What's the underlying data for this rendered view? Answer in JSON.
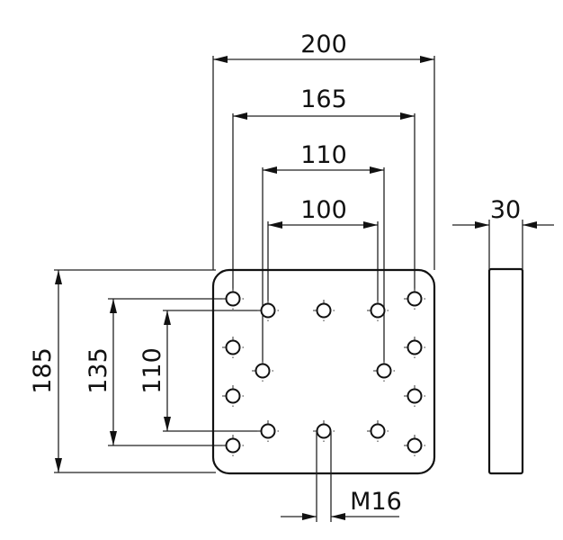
{
  "dimensions": {
    "overall_width": "200",
    "outer_hole_spacing": "165",
    "hole_spacing_110_horizontal": "110",
    "hole_spacing_100": "100",
    "thickness": "30",
    "overall_height": "185",
    "vertical_spacing_135": "135",
    "vertical_spacing_110": "110",
    "thread": "M16"
  },
  "colors": {
    "line": "#111111",
    "background": "#ffffff"
  }
}
